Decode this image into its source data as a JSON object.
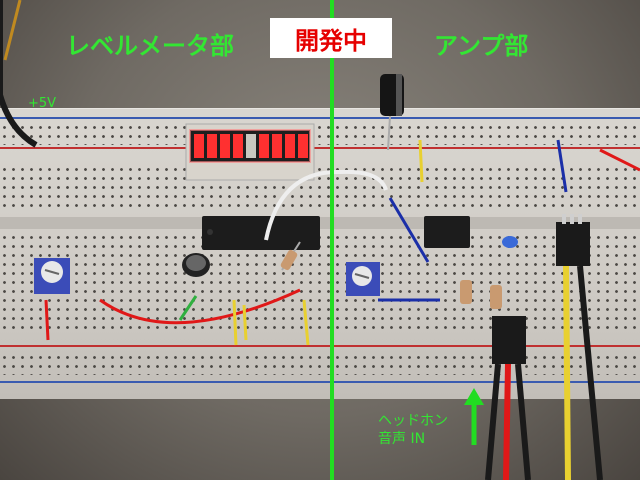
{
  "labels": {
    "left_section": "レベルメータ部",
    "center_badge": "開発中",
    "right_section": "アンプ部",
    "voltage": "+5V",
    "input_line1": "ヘッドホン",
    "input_line2": "音声 IN"
  },
  "colors": {
    "label_green": "#33e633",
    "badge_text": "#e60000",
    "badge_bg": "#ffffff",
    "divider": "#22dd22",
    "led_lit": "#ff2020",
    "wire_red": "#e01818",
    "wire_yellow": "#e8d030",
    "wire_black": "#1a1a1a",
    "wire_blue": "#1b2fa8",
    "wire_green": "#30b040"
  },
  "icons": [
    "up-arrow-icon"
  ]
}
